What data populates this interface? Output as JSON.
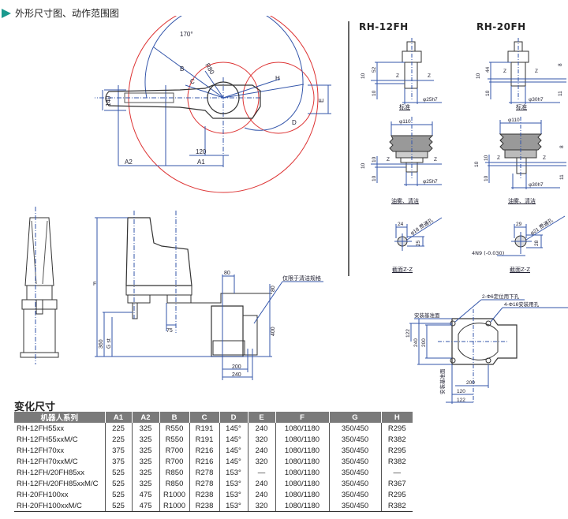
{
  "header": {
    "title": "外形尺寸图、动作范围图",
    "accent_color": "#1a9a8e"
  },
  "drawing": {
    "top_view": {
      "angle_label": "170°",
      "labels": [
        "B",
        "R80",
        "C",
        "H",
        "D",
        "E",
        "140",
        "120",
        "A2",
        "A1"
      ]
    },
    "side_view": {
      "labels": [
        "F",
        "360",
        "G st",
        "75",
        "80",
        "80",
        "400",
        "200",
        "240"
      ],
      "callout": "仅限于清洁规格"
    },
    "models": [
      {
        "name": "RH-12FH",
        "standard": {
          "dims": [
            "10",
            "52",
            "10",
            "Z",
            "Z"
          ],
          "shaft": "φ25h7",
          "caption": "标准"
        },
        "cleanroom": {
          "dims": [
            "φ110",
            "10",
            "10",
            "10",
            "Z",
            "Z"
          ],
          "shaft": "φ25h7",
          "caption": "油雾、清洁"
        },
        "section": {
          "dims": [
            "24",
            "φ18 贯通孔",
            "25"
          ],
          "caption": "截面Z-Z"
        }
      },
      {
        "name": "RH-20FH",
        "standard": {
          "dims": [
            "10",
            "44",
            "10",
            "8",
            "11",
            "Z",
            "Z"
          ],
          "shaft": "φ30h7",
          "caption": "标准"
        },
        "cleanroom": {
          "dims": [
            "φ110",
            "10",
            "10",
            "10",
            "8",
            "11",
            "Z",
            "Z"
          ],
          "shaft": "φ30h7",
          "caption": "油雾、清洁"
        },
        "section": {
          "dims": [
            "29",
            "φ21 贯通孔",
            "28",
            "4N9 (-0.030)"
          ],
          "caption": "截面Z-Z"
        }
      }
    ],
    "base_view": {
      "callouts": [
        "2-Φ6定位用下孔",
        "4-Φ16安装用孔"
      ],
      "ref_labels": [
        "安装基准面",
        "安装基准面"
      ],
      "dims": [
        "122",
        "240",
        "200",
        "200",
        "120",
        "122"
      ]
    }
  },
  "table": {
    "title": "变化尺寸",
    "columns": [
      "机器人系列",
      "A1",
      "A2",
      "B",
      "C",
      "D",
      "E",
      "F",
      "G",
      "H"
    ],
    "rows": [
      [
        "RH-12FH55xx",
        "225",
        "325",
        "R550",
        "R191",
        "145°",
        "240",
        "1080/1180",
        "350/450",
        "R295"
      ],
      [
        "RH-12FH55xxM/C",
        "225",
        "325",
        "R550",
        "R191",
        "145°",
        "320",
        "1080/1180",
        "350/450",
        "R382"
      ],
      [
        "RH-12FH70xx",
        "375",
        "325",
        "R700",
        "R216",
        "145°",
        "240",
        "1080/1180",
        "350/450",
        "R295"
      ],
      [
        "RH-12FH70xxM/C",
        "375",
        "325",
        "R700",
        "R216",
        "145°",
        "320",
        "1080/1180",
        "350/450",
        "R382"
      ],
      [
        "RH-12FH/20FH85xx",
        "525",
        "325",
        "R850",
        "R278",
        "153°",
        "—",
        "1080/1180",
        "350/450",
        "—"
      ],
      [
        "RH-12FH/20FH85xxM/C",
        "525",
        "325",
        "R850",
        "R278",
        "153°",
        "240",
        "1080/1180",
        "350/450",
        "R367"
      ],
      [
        "RH-20FH100xx",
        "525",
        "475",
        "R1000",
        "R238",
        "153°",
        "240",
        "1080/1180",
        "350/450",
        "R295"
      ],
      [
        "RH-20FH100xxM/C",
        "525",
        "475",
        "R1000",
        "R238",
        "153°",
        "320",
        "1080/1180",
        "350/450",
        "R382"
      ]
    ]
  }
}
